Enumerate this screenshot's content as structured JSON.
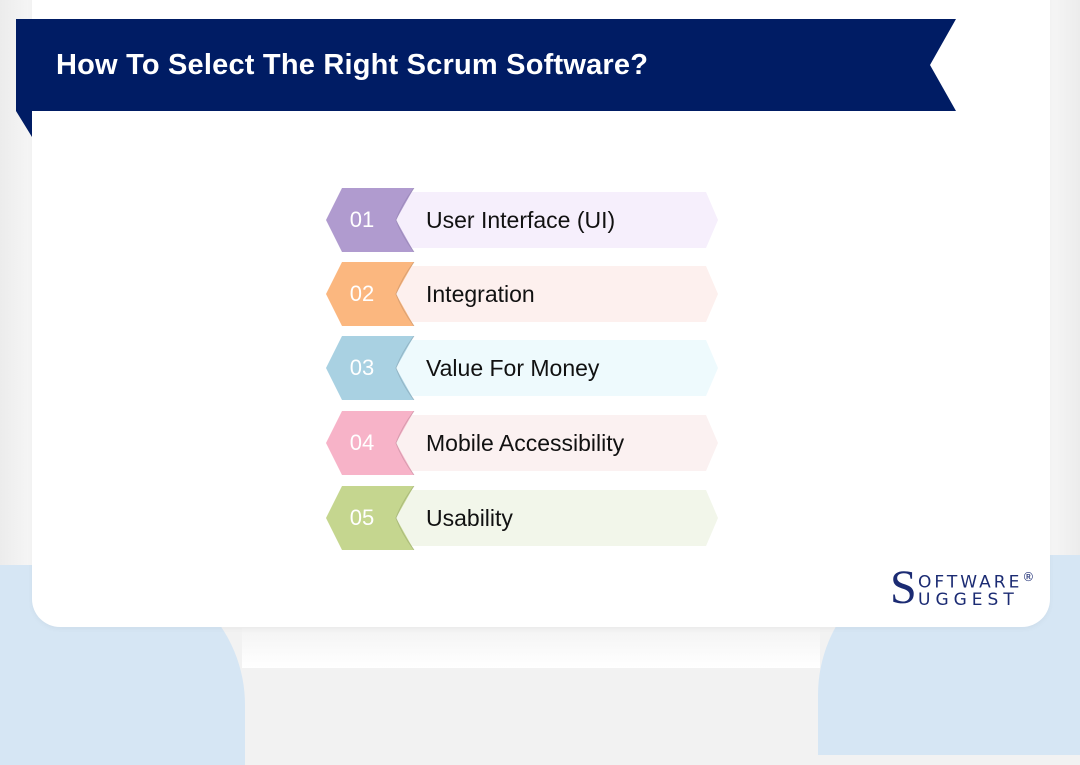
{
  "header": {
    "title": "How To Select The Right Scrum Software?",
    "banner_color": "#001c64"
  },
  "steps": [
    {
      "number": "01",
      "label": "User Interface (UI)",
      "badge_color": "#b09bcf",
      "fill_color": "#f6effc"
    },
    {
      "number": "02",
      "label": "Integration",
      "badge_color": "#fbb77f",
      "fill_color": "#fdf0ee"
    },
    {
      "number": "03",
      "label": "Value For Money",
      "badge_color": "#a9d1e2",
      "fill_color": "#eefafd"
    },
    {
      "number": "04",
      "label": "Mobile Accessibility",
      "badge_color": "#f7b3c8",
      "fill_color": "#fbf1f1"
    },
    {
      "number": "05",
      "label": "Usability",
      "badge_color": "#c5d68f",
      "fill_color": "#f2f6ea"
    }
  ],
  "logo": {
    "initial": "S",
    "line1": "OFTWARE",
    "registered": "®",
    "line2": "UGGEST",
    "color": "#1b2b73"
  }
}
